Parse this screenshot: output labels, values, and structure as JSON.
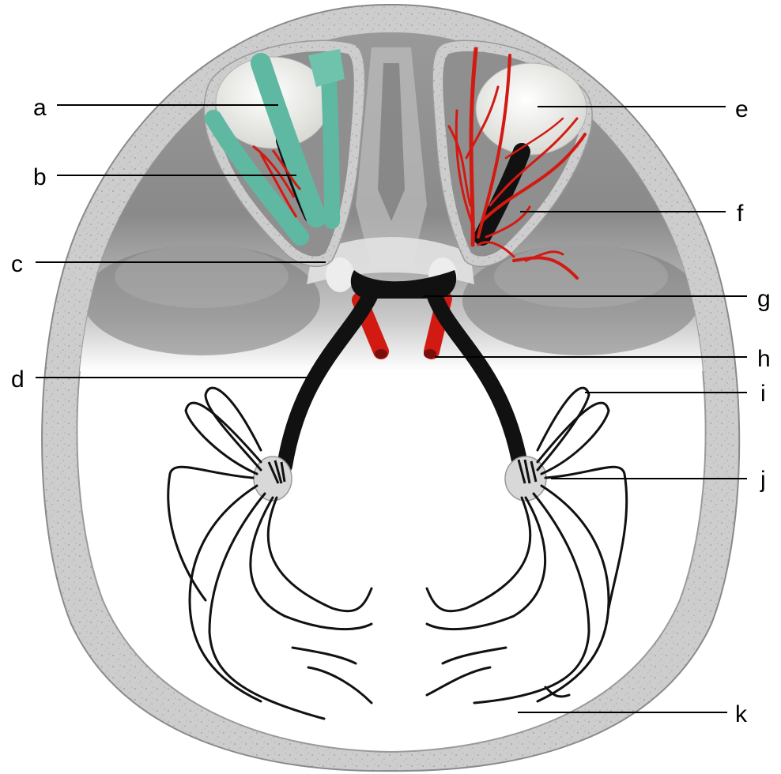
{
  "labels": [
    {
      "id": "a",
      "text": "a"
    },
    {
      "id": "b",
      "text": "b"
    },
    {
      "id": "c",
      "text": "c"
    },
    {
      "id": "d",
      "text": "d"
    },
    {
      "id": "e",
      "text": "e"
    },
    {
      "id": "f",
      "text": "f"
    },
    {
      "id": "g",
      "text": "g"
    },
    {
      "id": "h",
      "text": "h"
    },
    {
      "id": "i",
      "text": "i"
    },
    {
      "id": "j",
      "text": "j"
    },
    {
      "id": "k",
      "text": "k"
    }
  ],
  "colors": {
    "bone": "#cfcfcf",
    "nerve": "#111111",
    "artery": "#d31a12",
    "muscle": "#5fb8a2",
    "globe": "#f2f2ee",
    "background_gray": "#8e8e8e"
  }
}
